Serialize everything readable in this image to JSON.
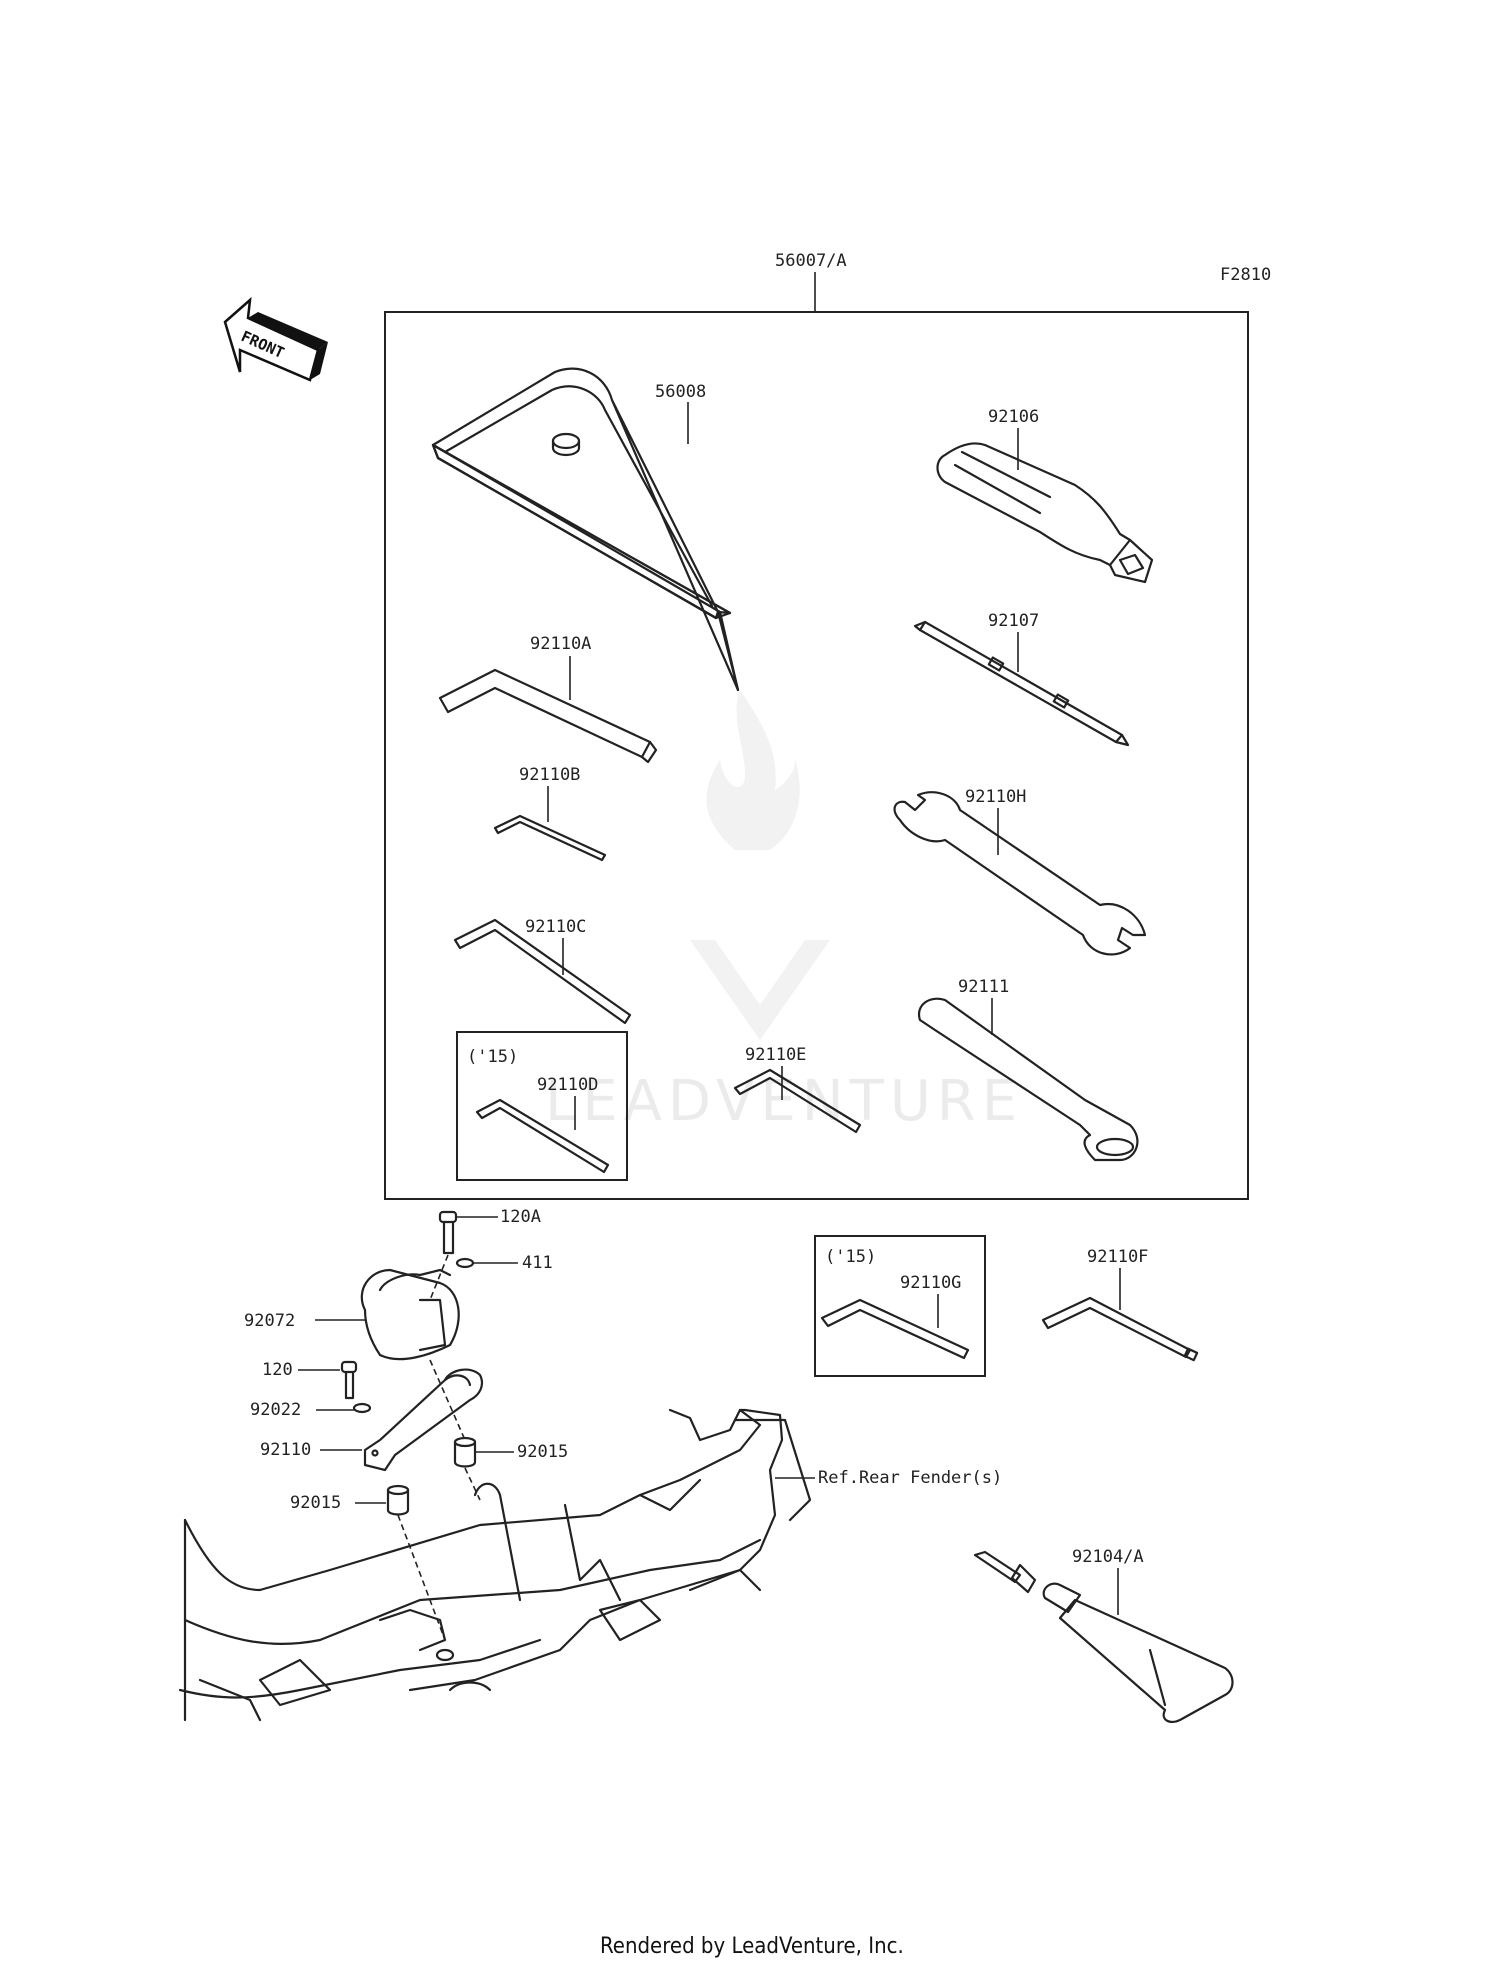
{
  "diagram_code": "F2810",
  "front_label": "FRONT",
  "kit": {
    "number": "56007/A"
  },
  "callouts": {
    "case": "56008",
    "handle": "92106",
    "screwdriver": "92107",
    "hex_a": "92110A",
    "hex_b": "92110B",
    "wrench_h": "92110H",
    "hex_c": "92110C",
    "spanner": "92111",
    "hex_e": "92110E",
    "hex_d_note": "('15)",
    "hex_d": "92110D",
    "bolt_120a": "120A",
    "washer_411": "411",
    "cover": "92072",
    "bolt_120": "120",
    "washer_92022": "92022",
    "bracket": "92110",
    "collar_right": "92015",
    "collar_left": "92015",
    "ref_fender": "Ref.Rear Fender(s)",
    "hex_g_note": "('15)",
    "hex_g": "92110G",
    "hex_f": "92110F",
    "tire_kit": "92104/A"
  },
  "watermark": "LEADVENTURE",
  "footer": "Rendered by LeadVenture, Inc."
}
